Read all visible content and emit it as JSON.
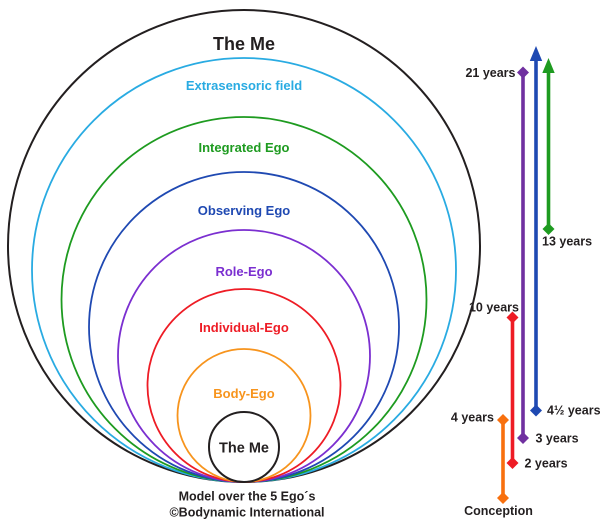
{
  "rings": [
    {
      "label": "The Me",
      "color": "#231F20"
    },
    {
      "label": "Extrasensoric field",
      "color": "#29ABE2"
    },
    {
      "label": "Integrated Ego",
      "color": "#1E9B20"
    },
    {
      "label": "Observing Ego",
      "color": "#1F49B2"
    },
    {
      "label": "Role-Ego",
      "color": "#7B2FD0"
    },
    {
      "label": "Individual-Ego",
      "color": "#EE1C25"
    },
    {
      "label": "Body-Ego",
      "color": "#F7941D"
    },
    {
      "label": "The Me",
      "color": "#231F20"
    }
  ],
  "timeline": {
    "arrows": [
      {
        "name": "body-ego-span",
        "color": "#F8700E",
        "top_label": "4 years",
        "bottom_label": "Conception",
        "top_end": "diamond",
        "bottom_end": "diamond"
      },
      {
        "name": "individual-ego-span",
        "color": "#EE1C25",
        "top_label": "10 years",
        "bottom_label": "2 years",
        "top_end": "diamond",
        "bottom_end": "diamond"
      },
      {
        "name": "role-ego-span",
        "color": "#7030A0",
        "top_label": "21 years",
        "bottom_label": "3 years",
        "top_end": "diamond",
        "bottom_end": "diamond"
      },
      {
        "name": "observing-ego-span",
        "color": "#1F49B2",
        "bottom_label": "4½ years",
        "top_end": "arrow-up",
        "bottom_end": "diamond"
      },
      {
        "name": "integrated-ego-span",
        "color": "#1E9B20",
        "bottom_label": "13 years",
        "top_end": "arrow-up",
        "bottom_end": "diamond"
      }
    ]
  },
  "caption": {
    "line1": "Model over the 5 Ego´s",
    "line2": "©Bodynamic International"
  }
}
